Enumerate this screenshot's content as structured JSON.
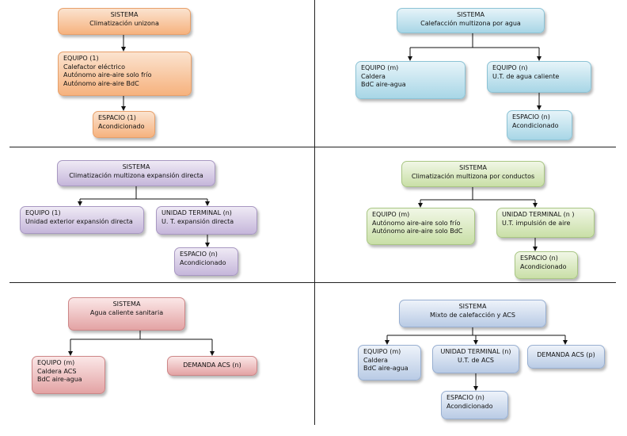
{
  "diagrams": [
    {
      "system": [
        "SISTEMA",
        "Climatización unizona"
      ],
      "equipo": [
        "EQUIPO (1)",
        "Calefactor  eléctrico",
        "Autónomo aire-aire solo frío",
        "Autónomo aire-aire BdC"
      ],
      "espacio": [
        "ESPACIO (1)",
        "Acondicionado"
      ]
    },
    {
      "system": [
        "SISTEMA",
        "Calefacción multizona por agua"
      ],
      "equipo": [
        "EQUIPO (m)",
        "Caldera",
        "BdC aire-agua"
      ],
      "terminal": [
        "EQUIPO (n)",
        "U.T. de agua caliente"
      ],
      "espacio": [
        "ESPACIO (n)",
        "Acondicionado"
      ]
    },
    {
      "system": [
        "SISTEMA",
        "Climatización multizona expansión directa"
      ],
      "equipo": [
        "EQUIPO (1)",
        "Unidad exterior expansión directa"
      ],
      "terminal": [
        "UNIDAD TERMINAL (n)",
        "U. T. expansión directa"
      ],
      "espacio": [
        "ESPACIO (n)",
        "Acondicionado"
      ]
    },
    {
      "system": [
        "SISTEMA",
        "Climatización multizona por conductos"
      ],
      "equipo": [
        "EQUIPO (m)",
        "Autónomo aire-aire solo frío",
        "Autónomo aire-aire solo BdC"
      ],
      "terminal": [
        "UNIDAD TERMINAL (n )",
        "U.T. impulsión de aire"
      ],
      "espacio": [
        "ESPACIO (n)",
        "Acondicionado"
      ]
    },
    {
      "system": [
        "SISTEMA",
        "Agua caliente sanitaria"
      ],
      "equipo": [
        "EQUIPO (m)",
        "Caldera ACS",
        "BdC aire-agua"
      ],
      "demanda": [
        "DEMANDA  ACS (n)"
      ]
    },
    {
      "system": [
        "SISTEMA",
        "Mixto de calefacción y ACS"
      ],
      "equipo": [
        "EQUIPO (m)",
        "Caldera",
        "BdC aire-agua"
      ],
      "terminal": [
        "UNIDAD TERMINAL (n)",
        "U.T. de ACS"
      ],
      "demanda": [
        "DEMANDA  ACS (p)"
      ],
      "espacio": [
        "ESPACIO (n)",
        "Acondicionado"
      ]
    }
  ]
}
